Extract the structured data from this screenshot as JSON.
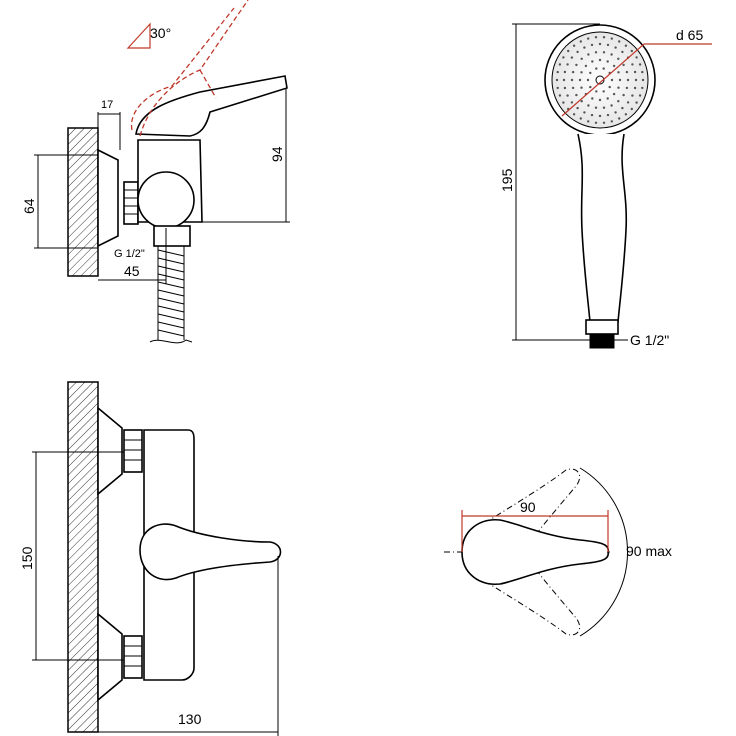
{
  "labels": {
    "angle": "30°",
    "dim_17": "17",
    "dim_94": "94",
    "dim_64": "64",
    "thread_left": "G 1/2\"",
    "dim_45": "45",
    "dim_d65": "d 65",
    "dim_195": "195",
    "thread_right": "G 1/2\"",
    "dim_150": "150",
    "dim_130": "130",
    "dim_90": "90",
    "dim_90max": "90 max"
  },
  "colors": {
    "line": "#000000",
    "accent": "#c0392b"
  }
}
